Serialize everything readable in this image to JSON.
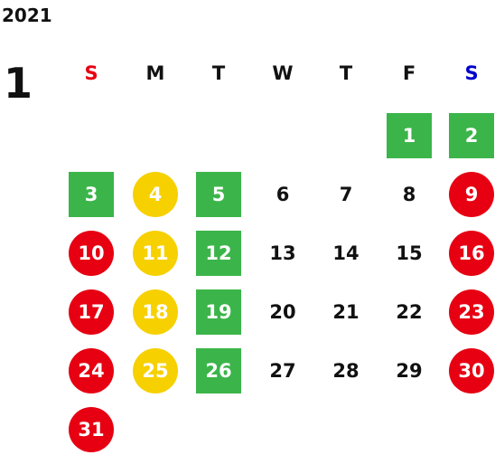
{
  "calendar": {
    "year": "2021",
    "month": "1",
    "weekdays": [
      {
        "label": "S",
        "color": "#e60012"
      },
      {
        "label": "M",
        "color": "#111111"
      },
      {
        "label": "T",
        "color": "#111111"
      },
      {
        "label": "W",
        "color": "#111111"
      },
      {
        "label": "T",
        "color": "#111111"
      },
      {
        "label": "F",
        "color": "#111111"
      },
      {
        "label": "S",
        "color": "#0000cc"
      }
    ],
    "first_weekday_index": 5,
    "styles": {
      "green": {
        "bg": "#3bb54a",
        "fg": "#ffffff",
        "shape": "square"
      },
      "yellow": {
        "bg": "#f7d000",
        "fg": "#ffffff",
        "shape": "circle"
      },
      "red": {
        "bg": "#e60012",
        "fg": "#ffffff",
        "shape": "circle"
      },
      "plain": {
        "bg": "transparent",
        "fg": "#111111",
        "shape": "none"
      }
    },
    "days": [
      {
        "day": "1",
        "style": "green"
      },
      {
        "day": "2",
        "style": "green"
      },
      {
        "day": "3",
        "style": "green"
      },
      {
        "day": "4",
        "style": "yellow"
      },
      {
        "day": "5",
        "style": "green"
      },
      {
        "day": "6",
        "style": "plain"
      },
      {
        "day": "7",
        "style": "plain"
      },
      {
        "day": "8",
        "style": "plain"
      },
      {
        "day": "9",
        "style": "red"
      },
      {
        "day": "10",
        "style": "red"
      },
      {
        "day": "11",
        "style": "yellow"
      },
      {
        "day": "12",
        "style": "green"
      },
      {
        "day": "13",
        "style": "plain"
      },
      {
        "day": "14",
        "style": "plain"
      },
      {
        "day": "15",
        "style": "plain"
      },
      {
        "day": "16",
        "style": "red"
      },
      {
        "day": "17",
        "style": "red"
      },
      {
        "day": "18",
        "style": "yellow"
      },
      {
        "day": "19",
        "style": "green"
      },
      {
        "day": "20",
        "style": "plain"
      },
      {
        "day": "21",
        "style": "plain"
      },
      {
        "day": "22",
        "style": "plain"
      },
      {
        "day": "23",
        "style": "red"
      },
      {
        "day": "24",
        "style": "red"
      },
      {
        "day": "25",
        "style": "yellow"
      },
      {
        "day": "26",
        "style": "green"
      },
      {
        "day": "27",
        "style": "plain"
      },
      {
        "day": "28",
        "style": "plain"
      },
      {
        "day": "29",
        "style": "plain"
      },
      {
        "day": "30",
        "style": "red"
      },
      {
        "day": "31",
        "style": "red"
      }
    ]
  }
}
